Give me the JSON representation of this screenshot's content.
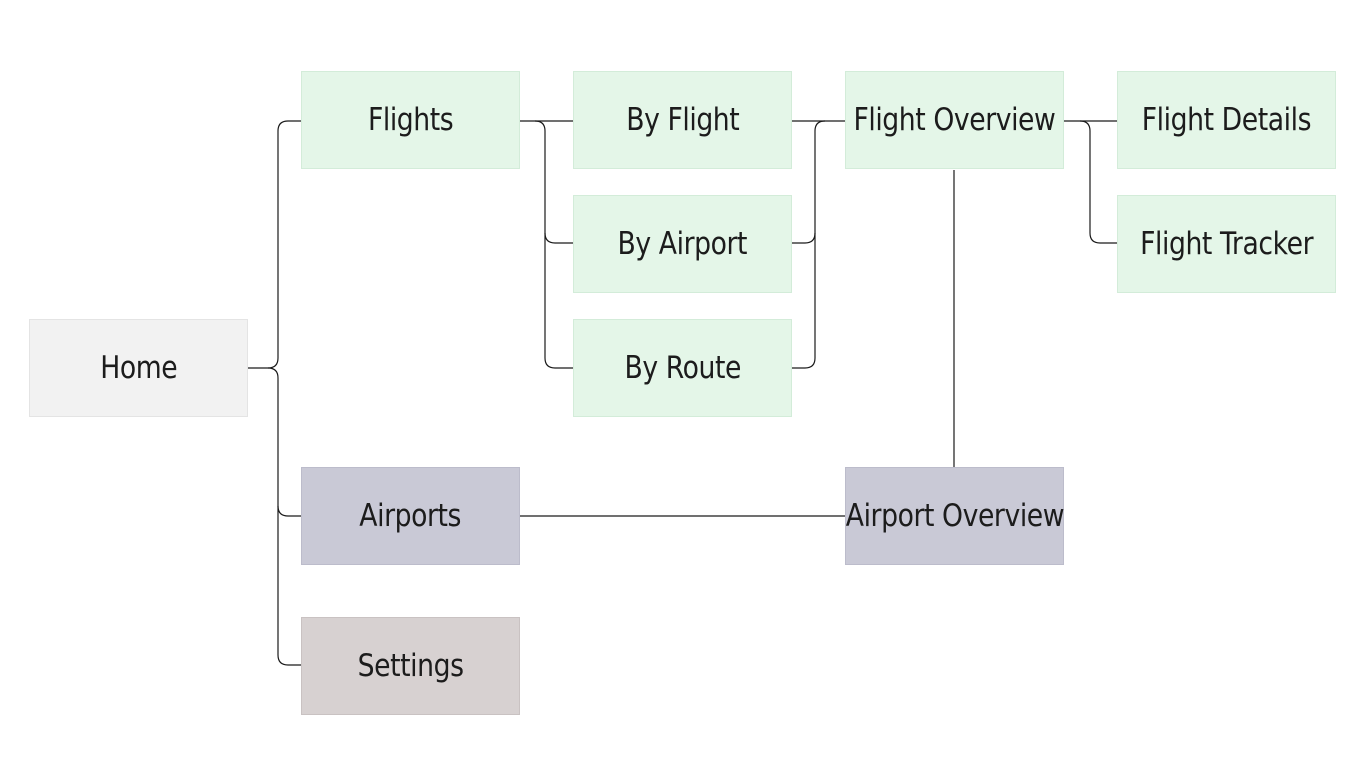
{
  "colors": {
    "home": "#f2f2f2",
    "home_border": "#e4e4e4",
    "flights_group": "#e4f6e8",
    "flights_border": "#d3ecd9",
    "airports_group": "#c9c9d6",
    "airports_border": "#bcbccb",
    "settings": "#d7d1d1",
    "settings_border": "#c9c2c2",
    "connector": "#1a1a1a"
  },
  "nodes": {
    "home": "Home",
    "flights": "Flights",
    "airports": "Airports",
    "settings": "Settings",
    "by_flight": "By Flight",
    "by_airport": "By Airport",
    "by_route": "By Route",
    "flight_overview": "Flight Overview",
    "airport_overview": "Airport Overview",
    "flight_details": "Flight Details",
    "flight_tracker": "Flight Tracker"
  }
}
